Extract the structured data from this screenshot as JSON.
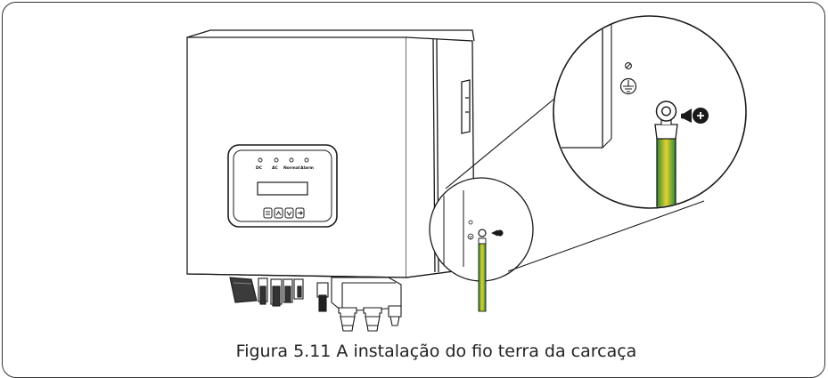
{
  "figure": {
    "caption": "Figura 5.11 A instalação do fio terra da carcaça"
  },
  "inverter": {
    "indicators": [
      {
        "label": "DC"
      },
      {
        "label": "AC"
      },
      {
        "label": "Normal"
      },
      {
        "label": "Alarm"
      }
    ],
    "buttons_count": 4
  },
  "colors": {
    "wire_green": "#3a8f3a",
    "wire_yellow": "#e2d231",
    "line": "#1a1a1a"
  }
}
